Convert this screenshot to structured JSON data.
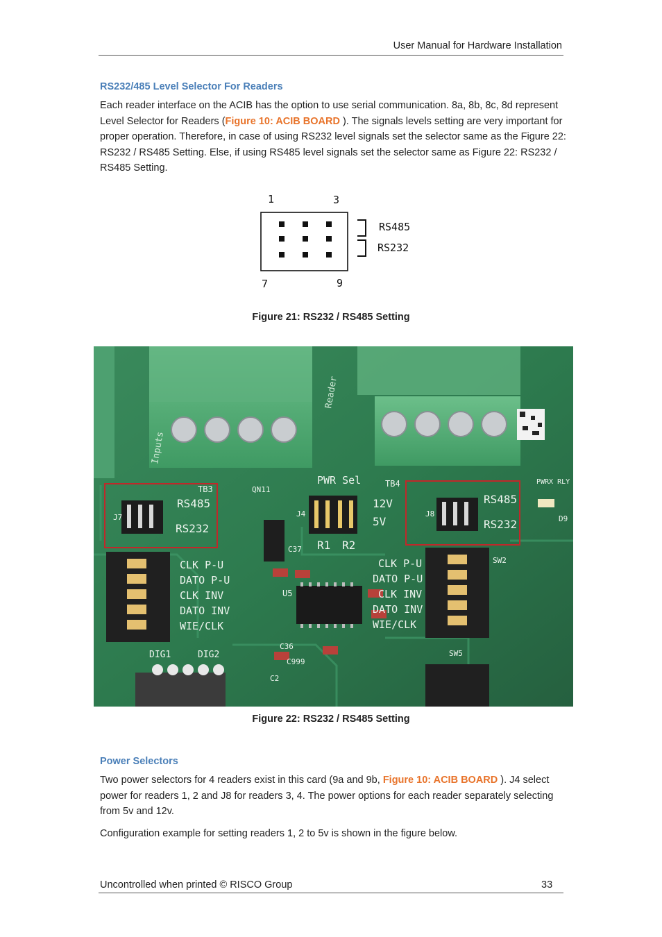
{
  "header": {
    "title": "User Manual for Hardware Installation"
  },
  "section1": {
    "heading": "RS232/485 Level Selector For Readers",
    "p1_part1": "Each reader interface on the ACIB has the option to use serial communication. 8a, 8b, 8c, 8d represent Level Selector for Readers (",
    "p1_link": "Figure 10: ACIB BOARD",
    "p1_part2": " ). The signals levels setting are very important for proper operation. Therefore, in case of using RS232 level signals set the selector same as the Figure 22: RS232 / RS485 Setting. Else, if using RS485 level signals set the selector same as Figure 22: RS232 / RS485 Setting."
  },
  "figure21": {
    "caption": "Figure 21: RS232 / RS485 Setting",
    "pin_1": "1",
    "pin_3": "3",
    "pin_7": "7",
    "pin_9": "9",
    "label_rs485": "RS485",
    "label_rs232": "RS232"
  },
  "figure22": {
    "caption": "Figure 22: RS232 / RS485 Setting",
    "board_labels": {
      "tb3": "TB3",
      "tb4": "TB4",
      "rs485_left": "RS485",
      "rs232_left": "RS232",
      "rs485_right": "RS485",
      "rs232_right": "RS232",
      "pwr_sel": "PWR Sel",
      "v12": "12V",
      "v5": "5V",
      "r1": "R1",
      "r2": "R2",
      "j4": "J4",
      "j8": "J8",
      "j7": "J7",
      "clk_pu": "CLK P-U",
      "dato_pu": "DATO P-U",
      "clk_inv": "CLK INV",
      "dato_inv": "DATO INV",
      "wie_clk": "WIE/CLK",
      "u5": "U5",
      "c36": "C36",
      "c37": "C37",
      "c999": "C999",
      "c2": "C2",
      "q11": "QN11",
      "dig1": "DIG1",
      "dig2": "DIG2",
      "d9": "D9",
      "sw2": "SW2",
      "sw5": "SW5",
      "inputs": "Inputs",
      "reader": "Reader",
      "pwrx": "PWRX RLY"
    }
  },
  "section2": {
    "heading": "Power Selectors",
    "p1_part1": "Two power selectors for 4 readers exist in this card (9a and 9b, ",
    "p1_link": "Figure 10: ACIB BOARD",
    "p1_part2": " ). J4 select power for readers 1, 2 and J8 for readers 3, 4. The power options for each reader separately selecting from 5v and 12v.",
    "p2": "Configuration example for setting readers 1, 2 to 5v is shown in the figure below."
  },
  "footer": {
    "left": "Uncontrolled when printed © RISCO Group",
    "page_number": "33"
  },
  "colors": {
    "heading": "#4a7fb8",
    "link": "#e8732a",
    "pcb": "#2f7a50",
    "highlight_box": "#c0282a"
  }
}
